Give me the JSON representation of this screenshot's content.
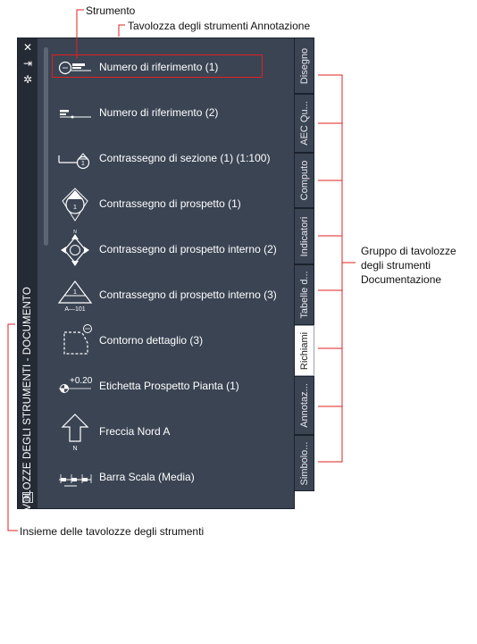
{
  "callouts": {
    "tool": "Strumento",
    "palette": "Tavolozza degli strumenti Annotazione",
    "group_line1": "Gruppo di tavolozze",
    "group_line2": "degli strumenti",
    "group_line3": "Documentazione",
    "set": "Insieme delle tavolozze degli strumenti"
  },
  "strip": {
    "title": "TAVOLOZZE DEGLI STRUMENTI - DOCUMENTO",
    "close": "✕",
    "autohide": "⇥",
    "settings": "✲"
  },
  "tools": [
    {
      "label": "Numero di riferimento (1)",
      "icon": "reference-number-1-icon"
    },
    {
      "label": "Numero di riferimento (2)",
      "icon": "reference-number-2-icon"
    },
    {
      "label": "Contrassegno di sezione (1) (1:100)",
      "icon": "section-mark-icon"
    },
    {
      "label": "Contrassegno di prospetto (1)",
      "icon": "elevation-mark-icon"
    },
    {
      "label": "Contrassegno di prospetto interno (2)",
      "icon": "interior-elevation-mark-icon"
    },
    {
      "label": "Contrassegno di prospetto interno (3)",
      "icon": "interior-elevation-mark-3-icon"
    },
    {
      "label": "Contorno dettaglio (3)",
      "icon": "detail-boundary-icon"
    },
    {
      "label": "Etichetta Prospetto Pianta (1)",
      "icon": "plan-elevation-label-icon"
    },
    {
      "label": "Freccia Nord A",
      "icon": "north-arrow-icon"
    },
    {
      "label": "Barra Scala (Media)",
      "icon": "scale-bar-icon"
    }
  ],
  "icon_text": {
    "triangle_code": "A—101",
    "elev_value": "+0.20",
    "north_n": "N"
  },
  "tabs": [
    {
      "label": "Disegno",
      "active": false
    },
    {
      "label": "AEC Qu...",
      "active": false
    },
    {
      "label": "Computo",
      "active": false
    },
    {
      "label": "Indicatori",
      "active": false
    },
    {
      "label": "Tabelle d...",
      "active": false
    },
    {
      "label": "Richiami",
      "active": true
    },
    {
      "label": "Annotaz...",
      "active": false
    },
    {
      "label": "Simbolo...",
      "active": false
    }
  ],
  "colors": {
    "palette_bg": "#3b4453",
    "strip_bg": "#252b35",
    "highlight": "#e02020",
    "leader": "#e02020"
  }
}
